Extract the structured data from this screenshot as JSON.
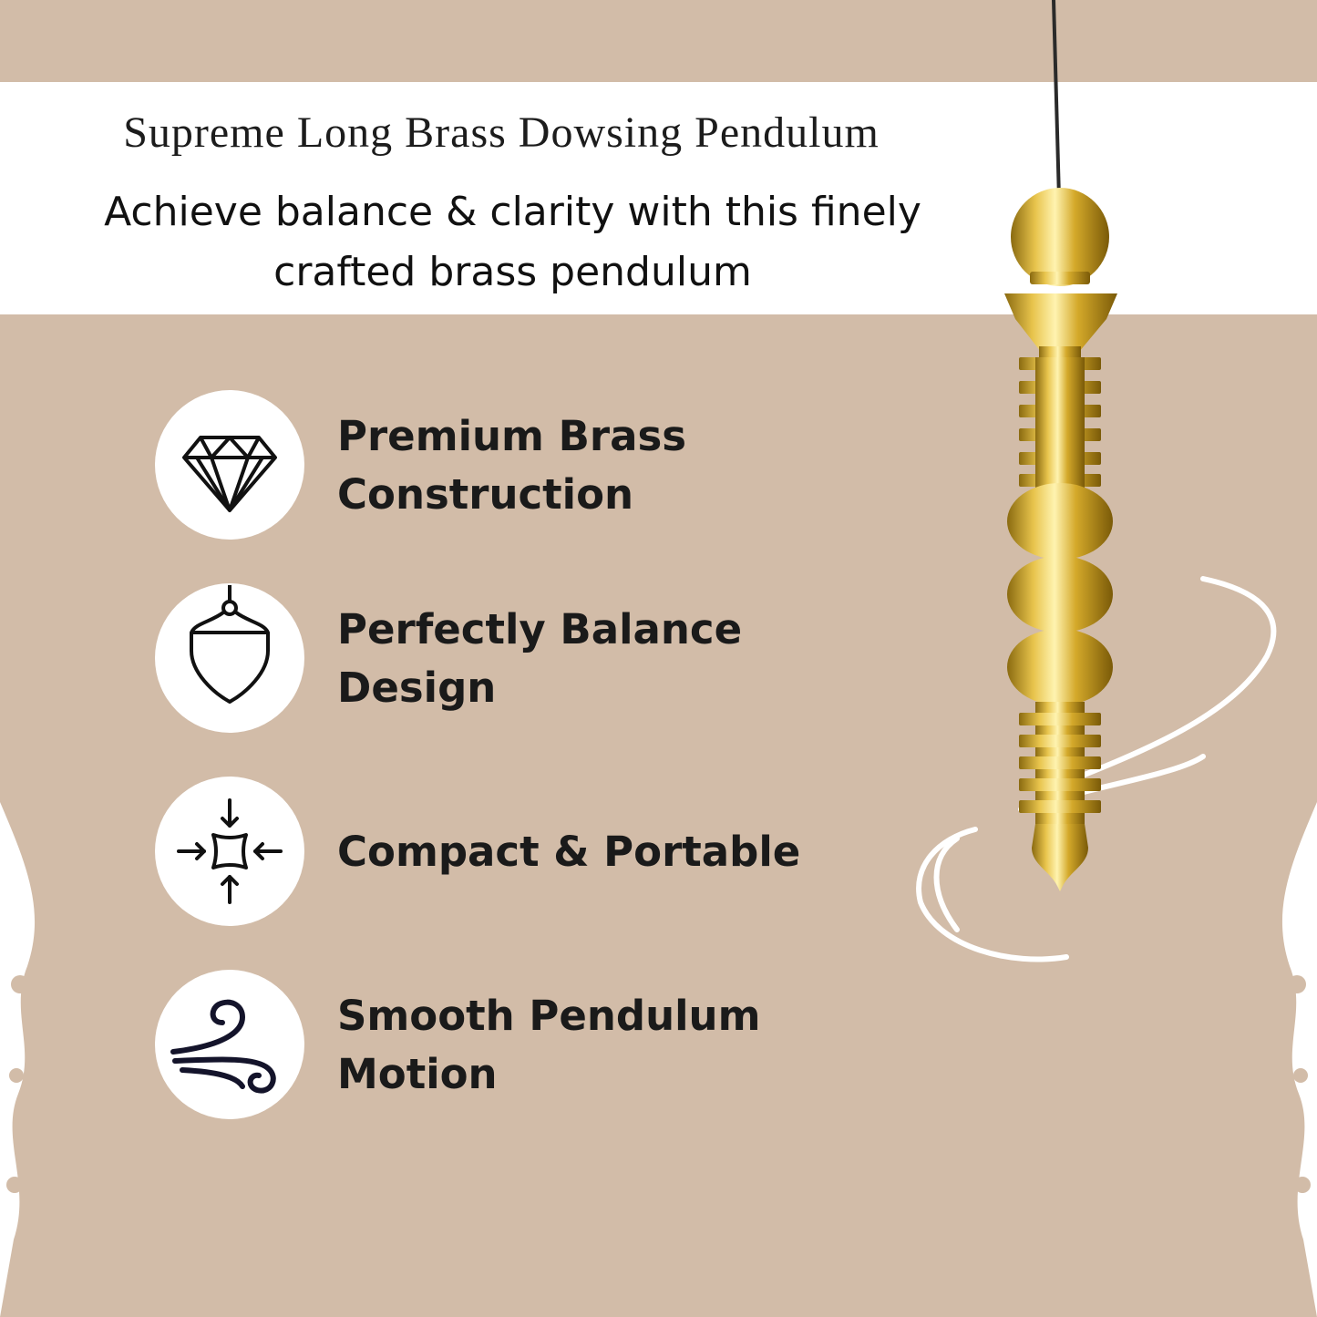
{
  "header": {
    "title": "Supreme Long Brass Dowsing Pendulum",
    "subtitle_line1": "Achieve balance & clarity with this finely",
    "subtitle_line2": "crafted brass pendulum"
  },
  "features": [
    {
      "icon": "diamond-icon",
      "line1": "Premium Brass",
      "line2": "Construction"
    },
    {
      "icon": "pendulum-bob-icon",
      "line1": "Perfectly Balance",
      "line2": "Design"
    },
    {
      "icon": "compact-arrows-icon",
      "line1": "Compact & Portable",
      "line2": ""
    },
    {
      "icon": "wind-swirl-icon",
      "line1": "Smooth Pendulum",
      "line2": "Motion"
    }
  ],
  "colors": {
    "background": "#d2bca8",
    "banner": "#ffffff",
    "brass": "#d4a92a",
    "text": "#1a1a1a"
  }
}
